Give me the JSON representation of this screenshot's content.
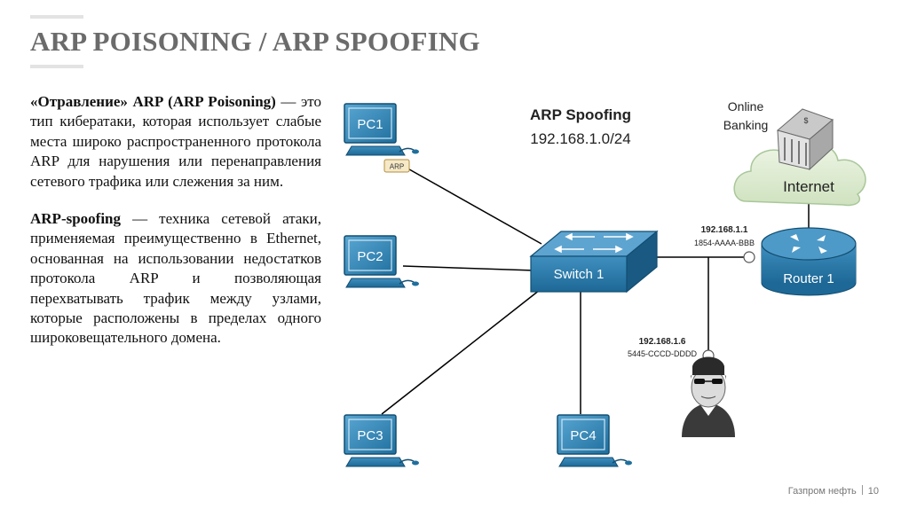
{
  "slide": {
    "title": "ARP POISONING / ARP SPOOFING",
    "paragraph1_bold": "«Отравление» ARP (ARP Poisoning)",
    "paragraph1_rest": " — это тип кибератаки, которая использует слабые места широко распространенного протокола ARP для нарушения или перенаправления сетевого трафика или слежения за ним.",
    "paragraph2_bold": "ARP-spoofing",
    "paragraph2_rest": " — техника сетевой атаки, применяемая преимущественно в Ethernet, основанная на использовании недостатков протокола ARP и позволяющая перехватывать трафик между узлами, которые расположены в пределах одного широковещательного домена."
  },
  "diagram": {
    "title": "ARP Spoofing",
    "subnet": "192.168.1.0/24",
    "pc1": "PC1",
    "pc2": "PC2",
    "pc3": "PC3",
    "pc4": "PC4",
    "arp_tag": "ARP",
    "switch": "Switch 1",
    "router": "Router 1",
    "internet": "Internet",
    "bank_line1": "Online",
    "bank_line2": "Banking",
    "router_ip": "192.168.1.1",
    "router_mac": "1854-AAAA-BBB",
    "attacker_ip": "192.168.1.6",
    "attacker_mac": "5445-CCCD-DDDD",
    "colors": {
      "device": "#1f6f9e",
      "device_light": "#3b8fc0",
      "cloud": "#dbe9cf",
      "line": "#000000"
    }
  },
  "footer": {
    "company": "Газпром нефть",
    "page": "10"
  }
}
